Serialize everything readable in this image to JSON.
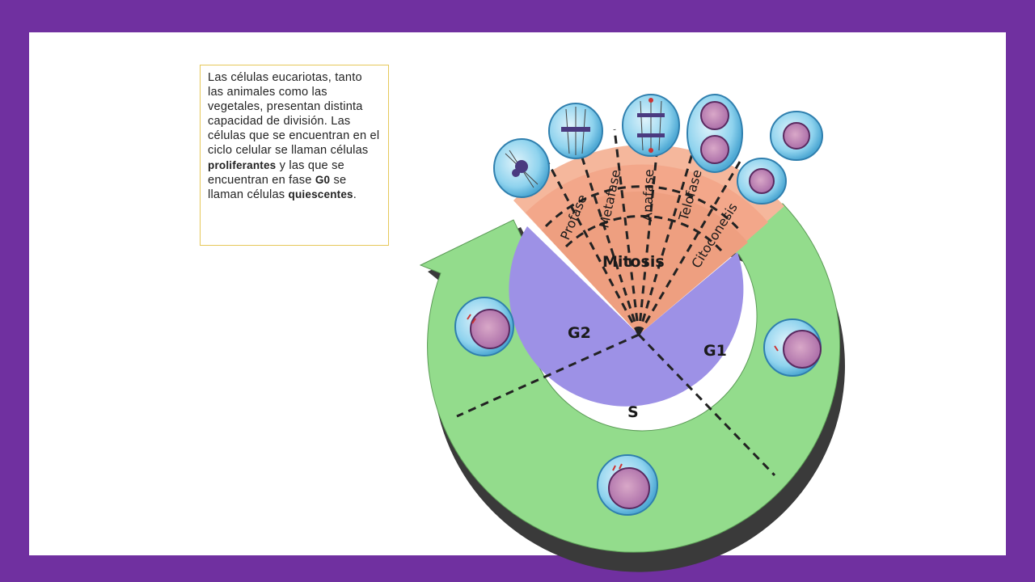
{
  "textbox": {
    "part1": "Las células eucariotas, tanto las animales como las vegetales, presentan distinta capacidad de división. Las células que se encuentran en el ciclo celular se llaman células ",
    "bold1": "proliferantes",
    "part2": " y las que se encuentran en fase ",
    "bold2": "G0",
    "part3": " se llaman células ",
    "bold3": "quiescentes",
    "part4": "."
  },
  "diagram": {
    "phases": {
      "g1": "G1",
      "g2": "G2",
      "s": "S"
    },
    "mitosis": "Mitosis",
    "subphases": [
      "Profase",
      "Metafase",
      "Anafase",
      "Telofase",
      "Citoconesis"
    ]
  },
  "colors": {
    "border": "#7030a0",
    "ring_green": "#93dc8c",
    "inner_purple": "#9d91e6",
    "mitosis_salmon": "#f2a487",
    "cell_blue": "#7ccaea",
    "nucleus": "#8a3a8c"
  }
}
